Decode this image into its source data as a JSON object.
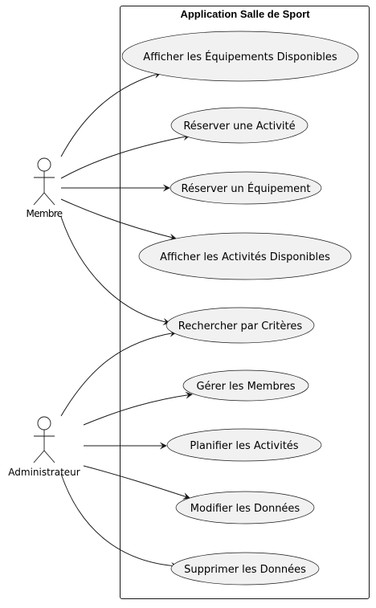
{
  "system": {
    "title": "Application Salle de Sport"
  },
  "actors": [
    {
      "id": "membre",
      "label": "Membre"
    },
    {
      "id": "admin",
      "label": "Administrateur"
    }
  ],
  "use_cases": [
    {
      "id": "uc1",
      "label": "Afficher les Équipements Disponibles"
    },
    {
      "id": "uc2",
      "label": "Réserver une Activité"
    },
    {
      "id": "uc3",
      "label": "Réserver un Équipement"
    },
    {
      "id": "uc4",
      "label": "Afficher les Activités Disponibles"
    },
    {
      "id": "uc5",
      "label": "Rechercher par Critères"
    },
    {
      "id": "uc6",
      "label": "Gérer les Membres"
    },
    {
      "id": "uc7",
      "label": "Planifier les Activités"
    },
    {
      "id": "uc8",
      "label": "Modifier les Données"
    },
    {
      "id": "uc9",
      "label": "Supprimer les Données"
    }
  ],
  "associations": [
    {
      "from": "membre",
      "to": "uc1"
    },
    {
      "from": "membre",
      "to": "uc2"
    },
    {
      "from": "membre",
      "to": "uc3"
    },
    {
      "from": "membre",
      "to": "uc4"
    },
    {
      "from": "membre",
      "to": "uc5"
    },
    {
      "from": "admin",
      "to": "uc5"
    },
    {
      "from": "admin",
      "to": "uc6"
    },
    {
      "from": "admin",
      "to": "uc7"
    },
    {
      "from": "admin",
      "to": "uc8"
    },
    {
      "from": "admin",
      "to": "uc9"
    }
  ]
}
